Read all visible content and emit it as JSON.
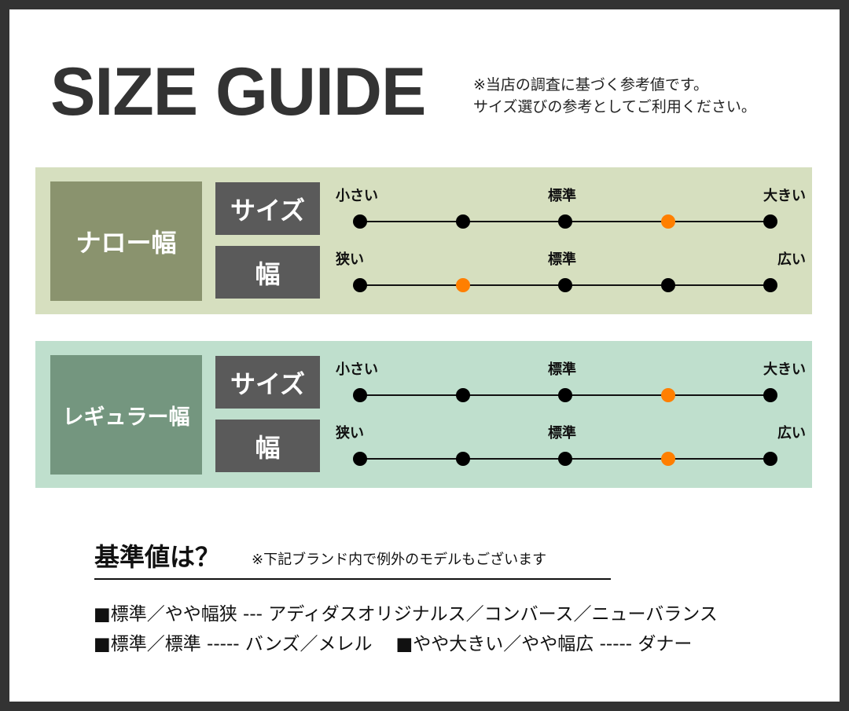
{
  "header": {
    "title": "SIZE GUIDE",
    "note_line1": "※当店の調査に基づく参考値です。",
    "note_line2": "サイズ選びの参考としてご利用ください。"
  },
  "colors": {
    "frame": "#333333",
    "panel_narrow_bg": "#d6dfbf",
    "panel_regular_bg": "#bfdfcd",
    "category_narrow": "#8a936e",
    "category_regular": "#74967f",
    "label_box": "#5a5a5a",
    "dot": "#000000",
    "dot_active": "#ff7f00"
  },
  "panels": [
    {
      "category": "ナロー幅",
      "rows": [
        {
          "label": "サイズ",
          "left": "小さい",
          "mid": "標準",
          "right": "大きい",
          "steps": 5,
          "selected_index": 3
        },
        {
          "label": "幅",
          "left": "狭い",
          "mid": "標準",
          "right": "広い",
          "steps": 5,
          "selected_index": 1
        }
      ]
    },
    {
      "category": "レギュラー幅",
      "rows": [
        {
          "label": "サイズ",
          "left": "小さい",
          "mid": "標準",
          "right": "大きい",
          "steps": 5,
          "selected_index": 3
        },
        {
          "label": "幅",
          "left": "狭い",
          "mid": "標準",
          "right": "広い",
          "steps": 5,
          "selected_index": 3
        }
      ]
    }
  ],
  "reference": {
    "heading": "基準値は？",
    "note": "※下記ブランド内で例外のモデルもございます",
    "line1": "■標準／やや幅狭 --- アディダスオリジナルス／コンバース／ニューバランス",
    "line2a": "■標準／標準 ----- バンズ／メレル",
    "line2b": "■やや大きい／やや幅広 ----- ダナー"
  }
}
